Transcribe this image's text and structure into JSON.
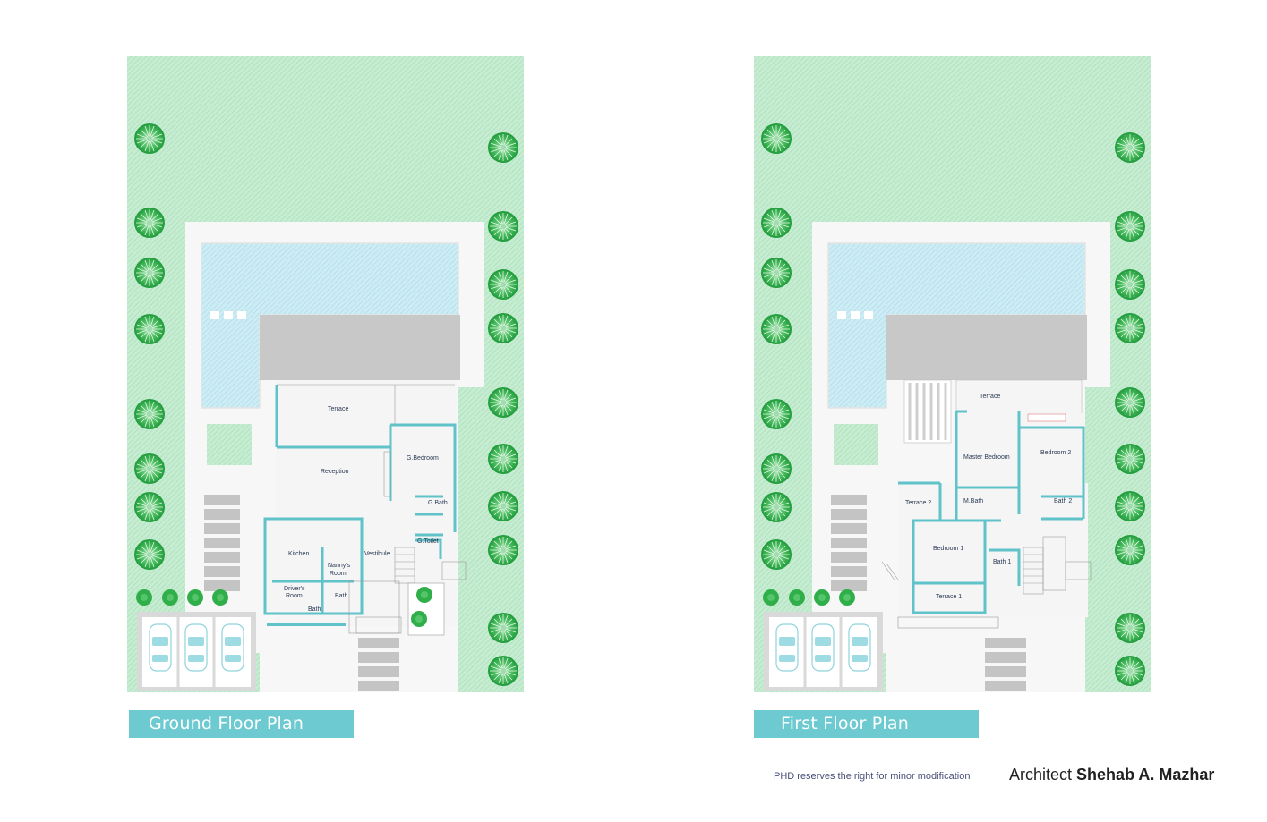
{
  "plans": [
    {
      "title": "Ground Floor Plan",
      "rooms": {
        "terrace": "Terrace",
        "reception": "Reception",
        "g_bedroom": "G.Bedroom",
        "g_bath": "G.Bath",
        "g_toilet": "G.Toilet",
        "kitchen": "Kitchen",
        "nannys_room_1": "Nanny's",
        "nannys_room_2": "Room",
        "vestibule": "Vestibule",
        "drivers_room_1": "Driver's",
        "drivers_room_2": "Room",
        "bath_a": "Bath",
        "bath_b": "Bath"
      }
    },
    {
      "title": "First Floor Plan",
      "rooms": {
        "terrace": "Terrace",
        "master_bedroom": "Master Bedroom",
        "bedroom_2": "Bedroom 2",
        "terrace_2": "Terrace 2",
        "m_bath": "M.Bath",
        "bath_2": "Bath 2",
        "bedroom_1": "Bedroom 1",
        "bath_1": "Bath 1",
        "terrace_1": "Terrace 1"
      }
    }
  ],
  "footer": {
    "disclaimer": "PHD reserves the right for minor modification",
    "architect_prefix": "Architect",
    "architect_name": "Shehab A. Mazhar"
  },
  "colors": {
    "lawn": "#c9ecd4",
    "pool": "#c6e9f2",
    "wall": "#5fc3c9",
    "label_bar": "#6ccad0",
    "roof": "#c9c9c9",
    "tree": "#2fae4a"
  }
}
